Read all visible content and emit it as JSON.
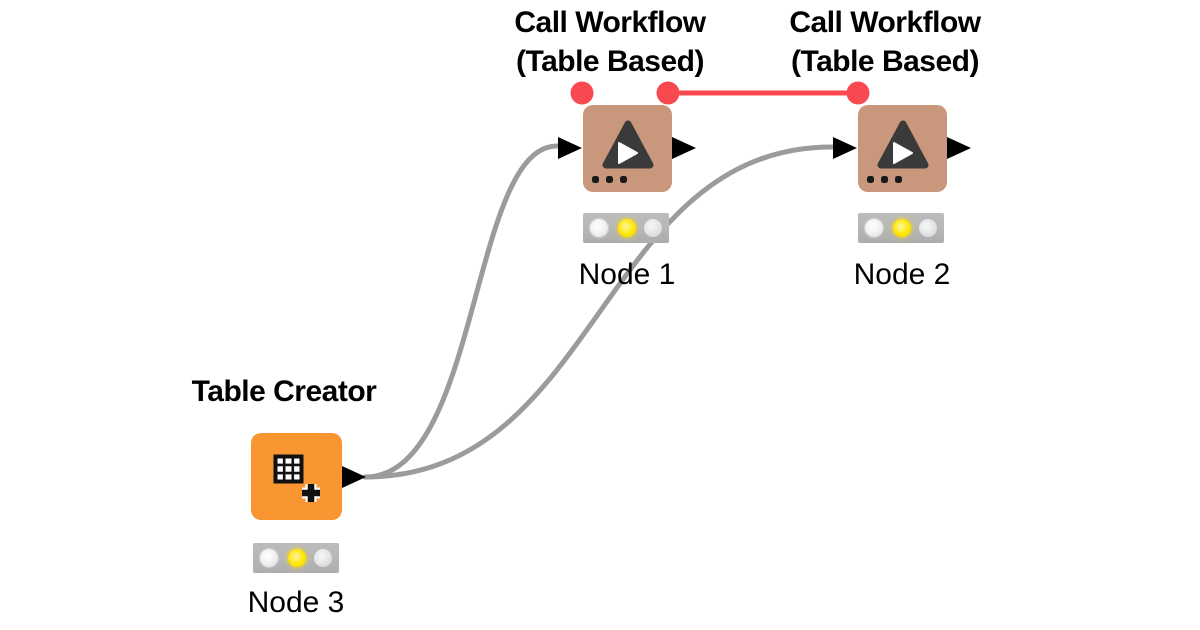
{
  "workflow": {
    "colors": {
      "background": "#FFFFFF",
      "wire": "#9B9B9B",
      "flow_variable": "#F94950",
      "port": "#000000",
      "text": "#000000",
      "node_call_workflow": "#C8977C",
      "node_table_creator": "#F99632",
      "traffic_bg": "#B6B6B6",
      "status_on": "#FFE600",
      "status_off": "#EDEDED",
      "status_off_dim": "#E0E0E0"
    },
    "nodes": [
      {
        "id": "node1",
        "type": "Call Workflow (Table Based)",
        "name_lines": [
          "Call Workflow",
          "(Table Based)"
        ],
        "label": "Node 1",
        "icon": "call-workflow-icon",
        "status": "configured",
        "status_lights": {
          "red": false,
          "yellow": true,
          "green": false
        },
        "flow_variable_ports_visible": [
          "top-left",
          "top-right"
        ]
      },
      {
        "id": "node2",
        "type": "Call Workflow (Table Based)",
        "name_lines": [
          "Call Workflow",
          "(Table Based)"
        ],
        "label": "Node 2",
        "icon": "call-workflow-icon",
        "status": "configured",
        "status_lights": {
          "red": false,
          "yellow": true,
          "green": false
        },
        "flow_variable_ports_visible": [
          "top-left"
        ]
      },
      {
        "id": "node3",
        "type": "Table Creator",
        "name_lines": [
          "Table Creator"
        ],
        "label": "Node 3",
        "icon": "table-creator-icon",
        "status": "configured",
        "status_lights": {
          "red": false,
          "yellow": true,
          "green": false
        }
      }
    ],
    "connections": [
      {
        "from": "node3",
        "to": "node1",
        "type": "data"
      },
      {
        "from": "node3",
        "to": "node2",
        "type": "data"
      },
      {
        "from": "node1",
        "to": "node2",
        "type": "flow-variable"
      }
    ]
  }
}
